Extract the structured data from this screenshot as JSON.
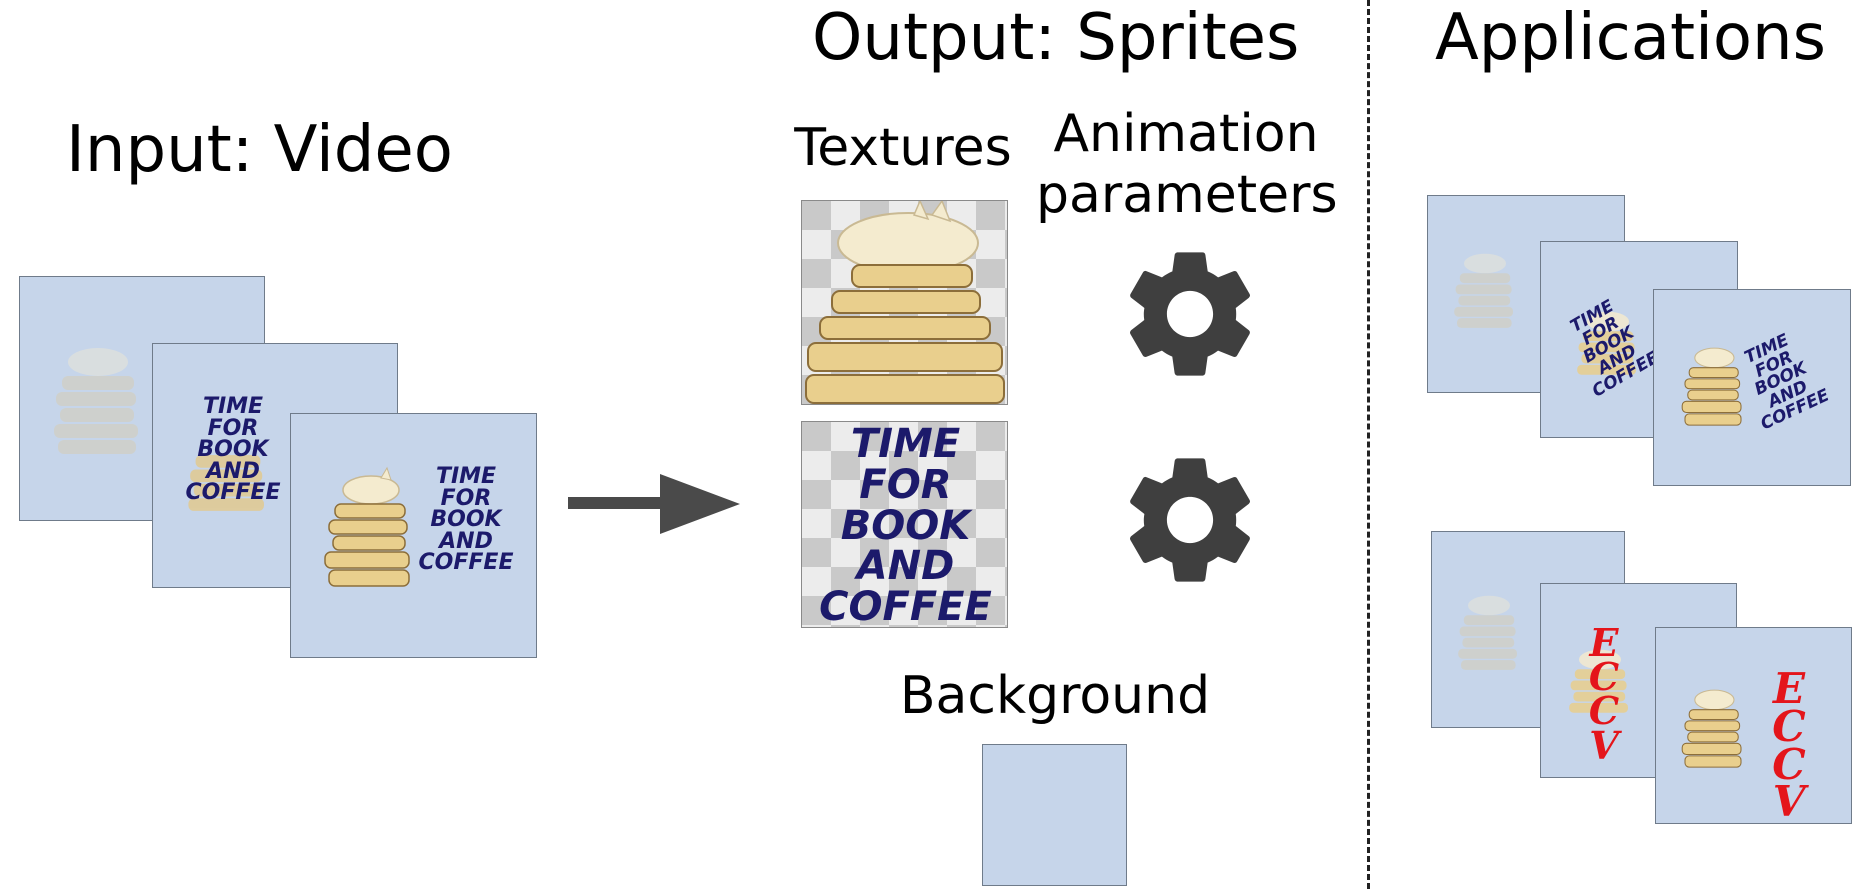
{
  "labels": {
    "input": "Input: Video",
    "output": "Output: Sprites",
    "applications": "Applications",
    "textures": "Textures",
    "animation": "Animation\nparameters",
    "background": "Background"
  },
  "poster_text": "TIME\nFOR\nBOOK\nAND\nCOFFEE",
  "eccv_text": "E\nC\nC\nV",
  "icons": [
    "cat-on-books-icon",
    "gear-icon",
    "arrow-right-icon"
  ],
  "colors": {
    "frame_bg": "#c6d5ea",
    "poster_text": "#1c1a6b",
    "eccv_text": "#e4151b",
    "gear": "#3f3f3f",
    "arrow": "#4a4a4a"
  }
}
